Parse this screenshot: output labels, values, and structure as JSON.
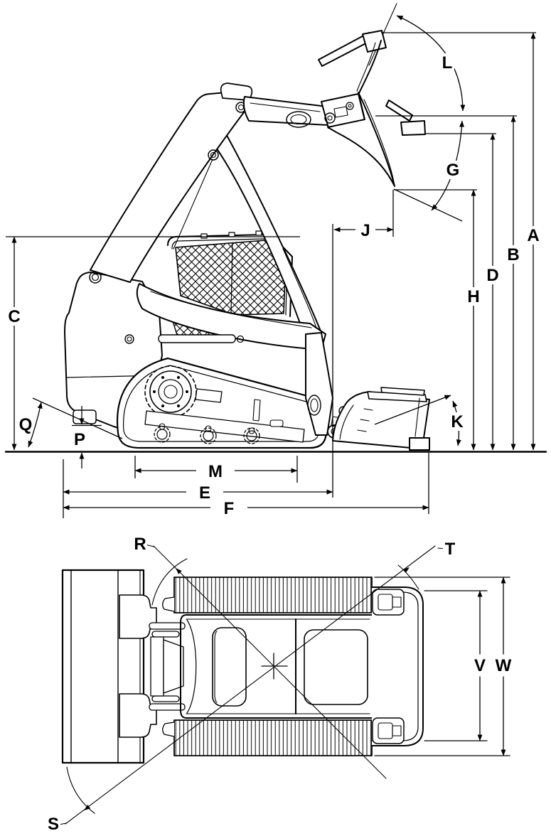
{
  "diagram": {
    "background": "#ffffff",
    "line_color": "#000000",
    "views": [
      {
        "id": "side-view",
        "dimension_labels": [
          "A",
          "B",
          "C",
          "D",
          "E",
          "F",
          "G",
          "H",
          "J",
          "K",
          "L",
          "M",
          "P",
          "Q"
        ]
      },
      {
        "id": "top-view",
        "dimension_labels": [
          "R",
          "S",
          "T",
          "V",
          "W"
        ]
      }
    ]
  },
  "labels": {
    "A": "A",
    "B": "B",
    "C": "C",
    "D": "D",
    "E": "E",
    "F": "F",
    "G": "G",
    "H": "H",
    "J": "J",
    "K": "K",
    "L": "L",
    "M": "M",
    "P": "P",
    "Q": "Q",
    "R": "R",
    "S": "S",
    "T": "T",
    "V": "V",
    "W": "W"
  }
}
